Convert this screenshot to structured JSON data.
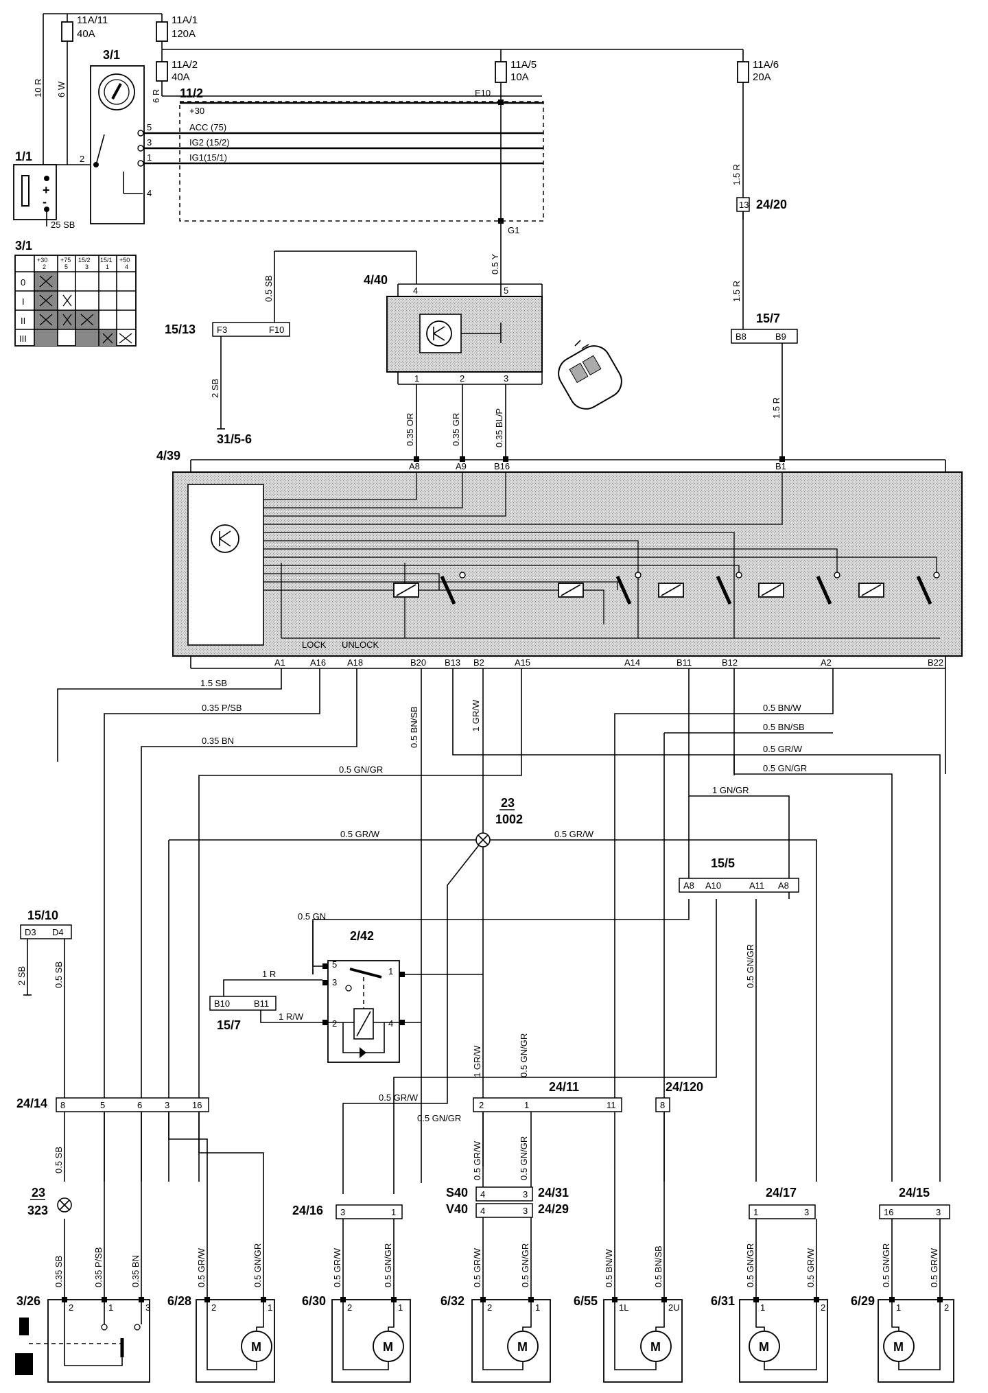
{
  "components": {
    "ignition_switch": "3/1",
    "ignition_table": "3/1",
    "battery": "1/1",
    "fuse_box": "11/2",
    "receiver": "4/40",
    "cem": "4/39",
    "connector_15_13": "15/13",
    "ground_31": "31/5-6",
    "connector_15_7_top": "15/7",
    "connector_24_20": "24/20",
    "ground_point_23_1002_a": "23",
    "ground_point_23_1002_b": "1002",
    "connector_15_5": "15/5",
    "connector_15_10": "15/10",
    "relay_2_42": "2/42",
    "connector_15_7_left": "15/7",
    "connector_24_14": "24/14",
    "ground_point_23_323_a": "23",
    "ground_point_23_323_b": "323",
    "connector_24_11": "24/11",
    "connector_24_120": "24/120",
    "connector_24_16": "24/16",
    "connector_24_31": "24/31",
    "connector_24_29": "24/29",
    "s40": "S40",
    "v40": "V40",
    "connector_24_17": "24/17",
    "connector_24_15": "24/15",
    "lock_3_26": "3/26",
    "motor_6_28": "6/28",
    "motor_6_30": "6/30",
    "motor_6_32": "6/32",
    "motor_6_55": "6/55",
    "motor_6_31": "6/31",
    "motor_6_29": "6/29",
    "motor_symbol": "M"
  },
  "fuses": [
    {
      "id": "11A/11",
      "rating": "40A"
    },
    {
      "id": "11A/1",
      "rating": "120A"
    },
    {
      "id": "11A/2",
      "rating": "40A"
    },
    {
      "id": "11A/5",
      "rating": "10A"
    },
    {
      "id": "11A/6",
      "rating": "20A"
    }
  ],
  "fuse_rails": {
    "r30": "+30",
    "acc": "ACC (75)",
    "ig2": "IG2 (15/2)",
    "ig1": "IG1(15/1)",
    "e10": "E10",
    "g1": "G1"
  },
  "switch_pins": [
    "2",
    "5",
    "3",
    "1",
    "4"
  ],
  "battery_wire": "25 SB",
  "ignition_table": {
    "headers": [
      "+30",
      "+75",
      "15/2",
      "15/1",
      "+50"
    ],
    "subheaders": [
      "2",
      "5",
      "3",
      "1",
      "4"
    ],
    "rows": [
      "0",
      "I",
      "II",
      "III"
    ]
  },
  "receiver_pins": {
    "top": [
      "4",
      "5"
    ],
    "bottom": [
      "1",
      "2",
      "3"
    ]
  },
  "cem": {
    "top_pins": [
      "A8",
      "A9",
      "B16",
      "B1"
    ],
    "bottom_pins": [
      "A1",
      "A16",
      "A18",
      "B20",
      "B13",
      "B2",
      "A15",
      "A14",
      "B11",
      "B12",
      "A2",
      "B22"
    ],
    "lock_label": "LOCK",
    "unlock_label": "UNLOCK"
  },
  "connectors": {
    "c15_13": [
      "F3",
      "F10"
    ],
    "c15_7_top": [
      "B8",
      "B9"
    ],
    "c24_20_pin": "13",
    "c15_5": [
      "A8",
      "A10",
      "A11",
      "A8"
    ],
    "c15_10": [
      "D3",
      "D4"
    ],
    "c15_7_left": [
      "B10",
      "B11"
    ],
    "c24_14": [
      "8",
      "5",
      "6",
      "3",
      "16"
    ],
    "c24_11": [
      "2",
      "1",
      "11"
    ],
    "c24_120": [
      "8"
    ],
    "c24_16": [
      "3",
      "1"
    ],
    "c24_31": [
      "4",
      "3"
    ],
    "c24_29": [
      "4",
      "3"
    ],
    "c24_17": [
      "1",
      "3"
    ],
    "c24_15": [
      "16",
      "3"
    ],
    "relay_pins": [
      "5",
      "3",
      "1",
      "2",
      "4"
    ]
  },
  "wires": {
    "w10r": "10 R",
    "w6w": "6 W",
    "w6r": "6 R",
    "w15r_a": "1.5 R",
    "w15r_b": "1.5 R",
    "w15r_c": "1.5 R",
    "w05sb_top": "0.5 SB",
    "w2sb_top": "2 SB",
    "w05y": "0.5 Y",
    "w035or": "0.35 OR",
    "w035gr": "0.35 GR",
    "w035blp": "0.35 BL/P",
    "w15sb": "1.5 SB",
    "w035psb": "0.35 P/SB",
    "w035bn": "0.35 BN",
    "w05bnsb_v": "0.5 BN/SB",
    "w1grw_v": "1 GR/W",
    "w05gngr_h": "0.5 GN/GR",
    "w05bnw_h": "0.5 BN/W",
    "w05bnsb_h": "0.5 BN/SB",
    "w05grw_h1": "0.5 GR/W",
    "w05gngr_h2": "0.5 GN/GR",
    "w1gngr": "1 GN/GR",
    "w05grw_left": "0.5 GR/W",
    "w05grw_right": "0.5 GR/W",
    "w05gn": "0.5 GN",
    "w1r": "1 R",
    "w1rw": "1 R/W",
    "w05gngr_v15": "0.5 GN/GR",
    "w2sb_left": "2 SB",
    "w05sb_left": "0.5 SB",
    "w1grw_low": "1 GR/W",
    "w05gngr_low": "0.5 GN/GR",
    "w05grw_diag": "0.5 GR/W",
    "w05gngr_diag": "0.5 GN/GR",
    "w05sb_323": "0.5 SB",
    "w05grw_s": "0.5 GR/W",
    "w05gngr_s": "0.5 GN/GR",
    "m1_a": "0.35 SB",
    "m1_b": "0.35 P/SB",
    "m1_c": "0.35 BN",
    "m2_a": "0.5 GR/W",
    "m2_b": "0.5 GN/GR",
    "m3_a": "0.5 GR/W",
    "m3_b": "0.5 GN/GR",
    "m4_a": "0.5 GR/W",
    "m4_b": "0.5 GN/GR",
    "m5_a": "0.5 BN/W",
    "m5_b": "0.5 BN/SB",
    "m6_a": "0.5 GN/GR",
    "m6_b": "0.5 GR/W",
    "m7_a": "0.5 GN/GR",
    "m7_b": "0.5 GR/W"
  },
  "motor_pins": {
    "lock": [
      "2",
      "1",
      "3"
    ],
    "m628": [
      "2",
      "1"
    ],
    "m630": [
      "2",
      "1"
    ],
    "m632": [
      "2",
      "1"
    ],
    "m655": [
      "1L",
      "2U"
    ],
    "m631": [
      "1",
      "2"
    ],
    "m629": [
      "1",
      "2"
    ]
  }
}
